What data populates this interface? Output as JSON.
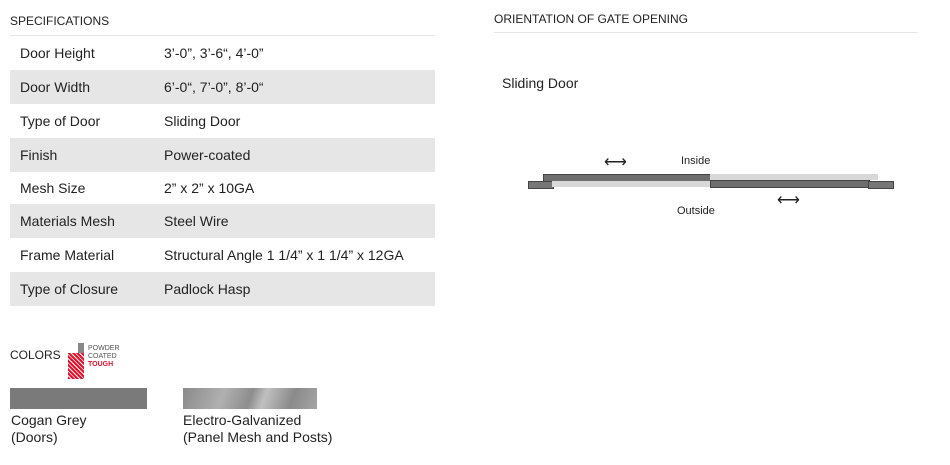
{
  "specs": {
    "title": "SPECIFICATIONS",
    "rows": [
      {
        "label": "Door Height",
        "value": "3’-0”, 3’-6“, 4’-0”"
      },
      {
        "label": "Door Width",
        "value": "6’-0“, 7’-0”, 8’-0“"
      },
      {
        "label": "Type of Door",
        "value": "Sliding Door"
      },
      {
        "label": "Finish",
        "value": "Power-coated"
      },
      {
        "label": "Mesh Size",
        "value": "2” x 2” x 10GA"
      },
      {
        "label": "Materials Mesh",
        "value": "Steel Wire"
      },
      {
        "label": "Frame Material",
        "value": "Structural Angle 1 1/4” x 1 1/4” x 12GA"
      },
      {
        "label": "Type of Closure",
        "value": "Padlock Hasp"
      }
    ]
  },
  "colors": {
    "title": "COLORS",
    "logo": {
      "line1": "POWDER",
      "line2": "COATED",
      "line3": "TOUGH"
    },
    "swatches": [
      {
        "name": "Cogan Grey",
        "sub": "(Doors)",
        "color": "#7a7a7a"
      },
      {
        "name": "Electro-Galvanized",
        "sub": "(Panel Mesh and Posts)",
        "color": "#9a9a9a"
      }
    ]
  },
  "orientation": {
    "title": "ORIENTATION OF GATE OPENING",
    "type": "Sliding Door",
    "inside": "Inside",
    "outside": "Outside",
    "arrow": "⟷"
  }
}
